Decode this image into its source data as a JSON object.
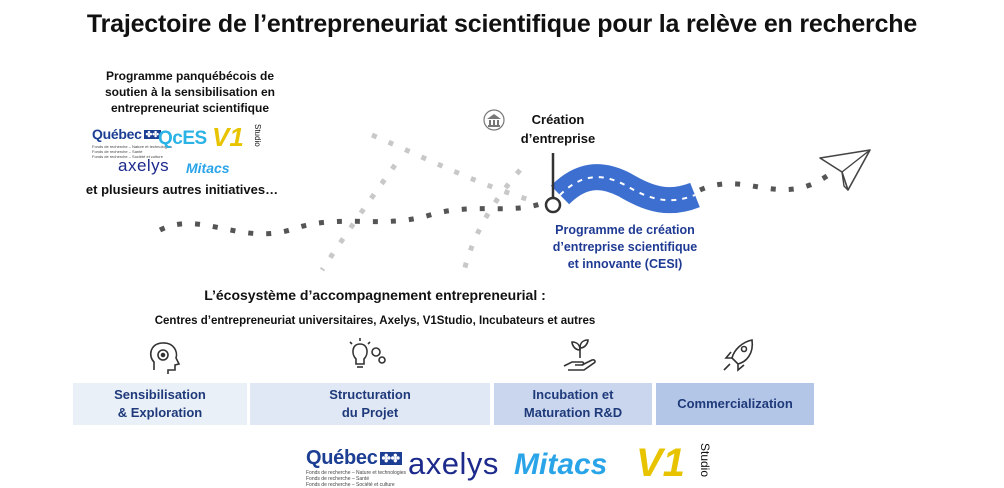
{
  "title": "Trajectoire de l’entrepreneuriat scientifique pour la relève en recherche",
  "program": {
    "title_lines": [
      "Programme panquébécois de",
      "soutien à la sensibilisation en",
      "entrepreneuriat scientifique"
    ],
    "others": "et plusieurs autres initiatives…"
  },
  "logos": {
    "quebec": "Québec",
    "quebec_sub": [
      "Fonds de recherche – Nature et technologies",
      "Fonds de recherche – Santé",
      "Fonds de recherche – Société et culture"
    ],
    "qces": "QcES",
    "v1": "V1",
    "v1_studio": "Studio",
    "axelys": "axelys",
    "mitacs": "Mitacs"
  },
  "creation": {
    "lines": [
      "Création",
      "d’entreprise"
    ]
  },
  "cesi": {
    "lines": [
      "Programme  de création",
      "d’entreprise scientifique",
      "et innovante (CESI)"
    ]
  },
  "ecosystem": {
    "title": "L’écosystème d’accompagnement entrepreneurial :",
    "subtitle": "Centres d’entrepreneuriat universitaires, Axelys, V1Studio, Incubateurs et autres"
  },
  "stages": [
    {
      "lines": [
        "Sensibilisation",
        "&  Exploration"
      ],
      "icon": "head-gear-icon"
    },
    {
      "lines": [
        "Structuration",
        "du Projet"
      ],
      "icon": "bulb-gears-icon"
    },
    {
      "lines": [
        "Incubation et",
        "Maturation  R&D"
      ],
      "icon": "hand-plant-icon"
    },
    {
      "lines": [
        "Commercialization"
      ],
      "icon": "rocket-icon"
    }
  ],
  "colors": {
    "road": "#3d6fd1",
    "stage_text": "#1f3a7a",
    "dots_dark": "#555555",
    "dots_light": "#c8c8c8"
  }
}
